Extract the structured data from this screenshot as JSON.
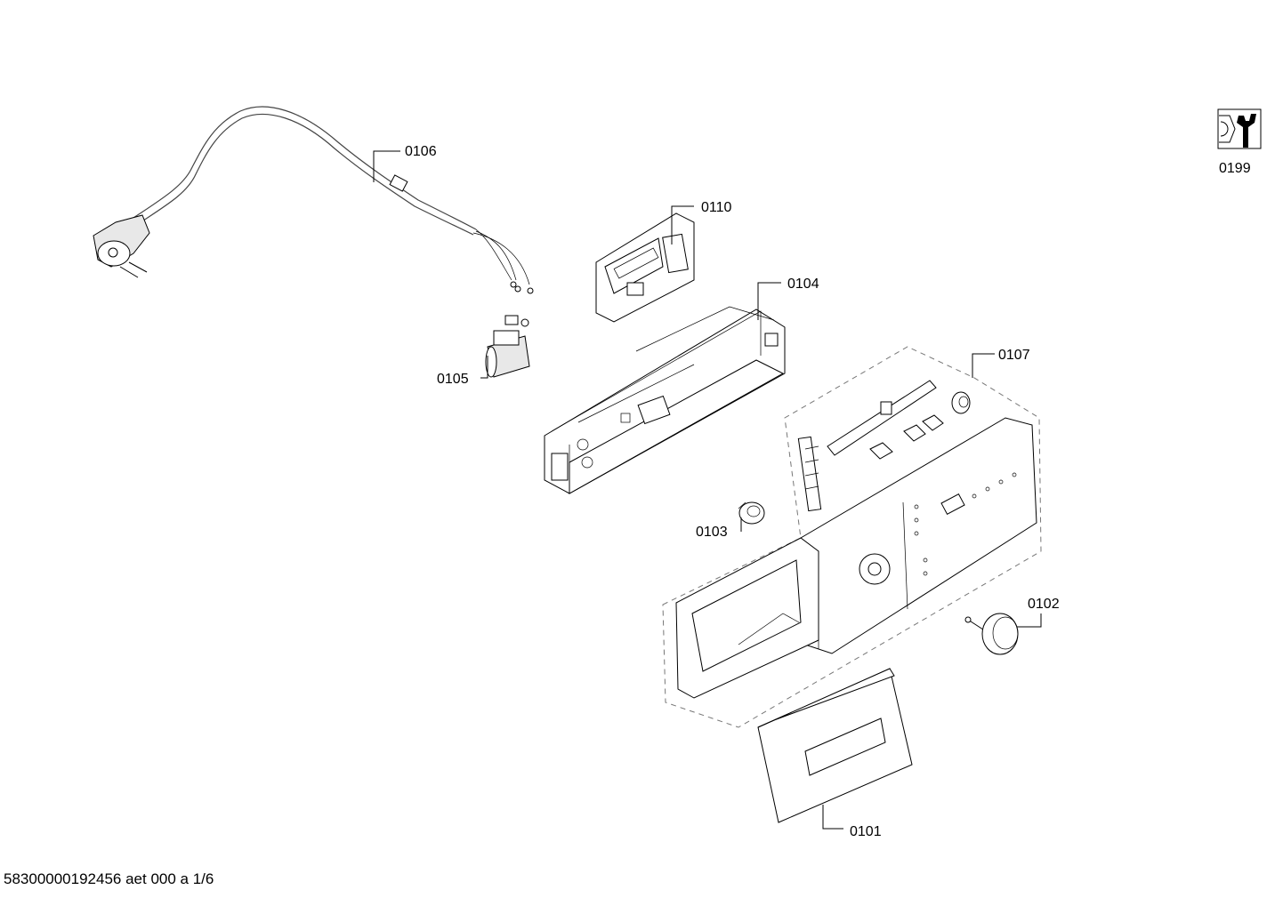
{
  "parts": {
    "p0101": "0101",
    "p0102": "0102",
    "p0103": "0103",
    "p0104": "0104",
    "p0105": "0105",
    "p0106": "0106",
    "p0107": "0107",
    "p0110": "0110",
    "p0199": "0199"
  },
  "footer": {
    "text": "58300000192456 aet 000 a 1/6"
  },
  "icons": {
    "service": "wrench-nut-icon"
  }
}
